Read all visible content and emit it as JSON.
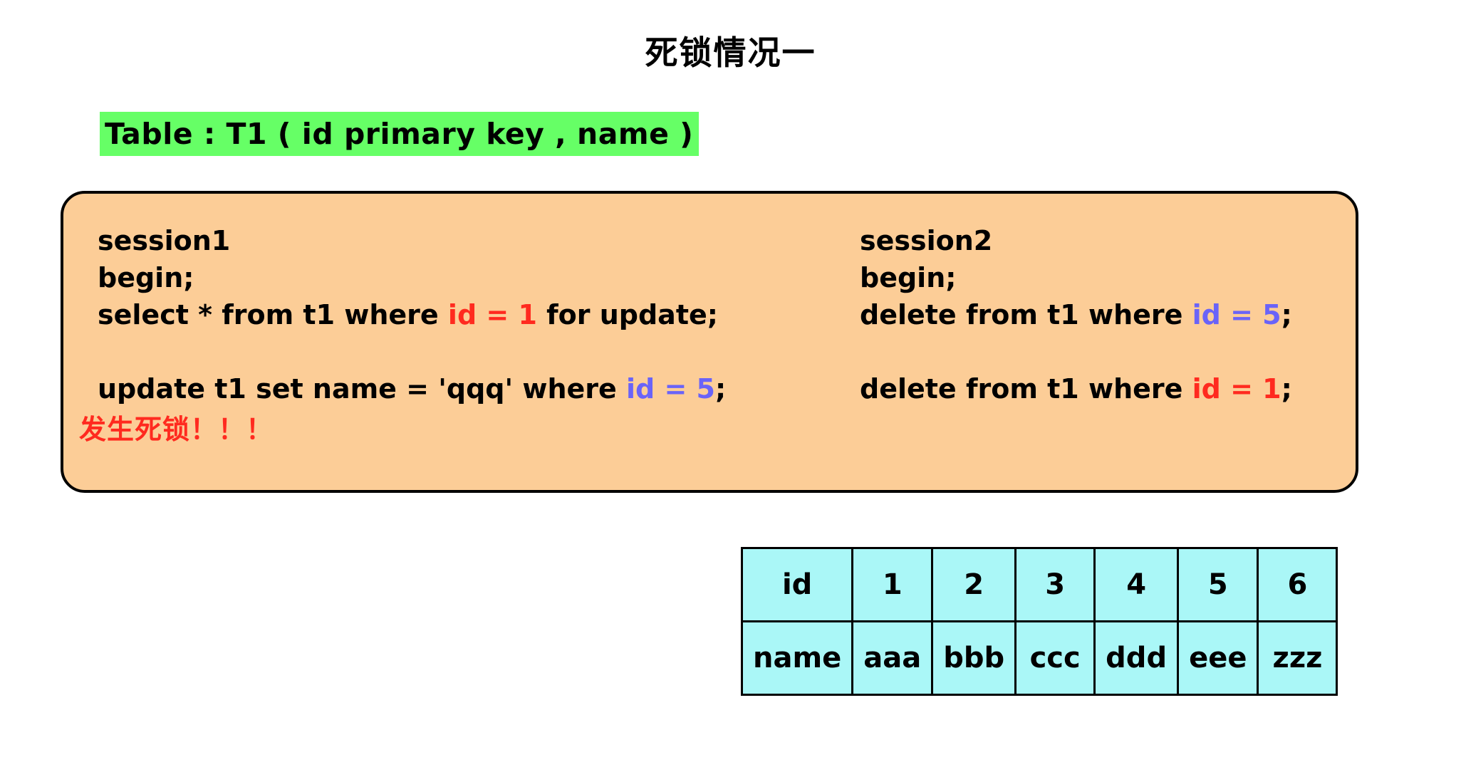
{
  "title": "死锁情况一",
  "table_declaration": "Table : T1 ( id primary key , name )",
  "colors": {
    "highlight_green": "#66ff66",
    "panel_peach": "#fccd97",
    "table_cyan": "#aaf7f7",
    "accent_red": "#ff2a1f",
    "accent_blue": "#6a63f8",
    "text_black": "#000000"
  },
  "panel": {
    "session1": {
      "header": "session1",
      "lines": [
        {
          "pre": "begin;",
          "kw": "",
          "post": ""
        },
        {
          "pre": "select * from t1 where ",
          "kw": "id = 1",
          "kw_color": "red",
          "post": " for update;"
        },
        {
          "pre": "",
          "kw": "",
          "post": ""
        },
        {
          "pre": "update t1 set name = 'qqq' where ",
          "kw": "id = 5",
          "kw_color": "blue",
          "post": ";"
        }
      ]
    },
    "session2": {
      "header": "session2",
      "lines": [
        {
          "pre": "begin;",
          "kw": "",
          "post": ""
        },
        {
          "pre": "delete from t1 where ",
          "kw": "id = 5",
          "kw_color": "blue",
          "post": ";"
        },
        {
          "pre": "",
          "kw": "",
          "post": ""
        },
        {
          "pre": "delete from t1 where ",
          "kw": "id = 1",
          "kw_color": "red",
          "post": ";"
        }
      ]
    },
    "deadlock_note": "发生死锁！！！"
  },
  "data_table": {
    "rows": [
      [
        "id",
        "1",
        "2",
        "3",
        "4",
        "5",
        "6"
      ],
      [
        "name",
        "aaa",
        "bbb",
        "ccc",
        "ddd",
        "eee",
        "zzz"
      ]
    ]
  }
}
